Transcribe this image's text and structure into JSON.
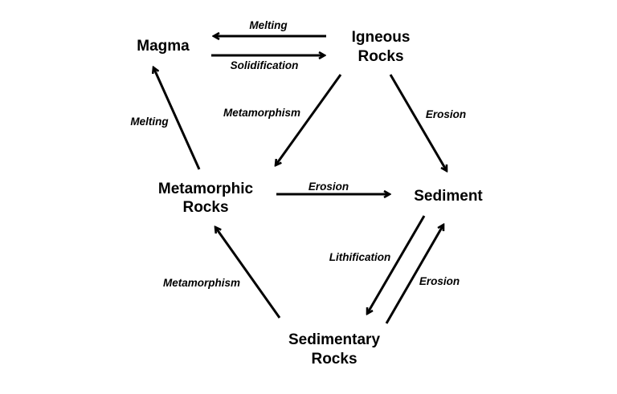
{
  "nodes": {
    "magma": {
      "lines": [
        "Magma"
      ]
    },
    "igneous": {
      "lines": [
        "Igneous",
        "Rocks"
      ]
    },
    "metamorphic": {
      "lines": [
        "Metamorphic",
        "Rocks"
      ]
    },
    "sediment": {
      "lines": [
        "Sediment"
      ]
    },
    "sedimentary": {
      "lines": [
        "Sedimentary",
        "Rocks"
      ]
    }
  },
  "edges": {
    "igneous_to_magma": "Melting",
    "magma_to_igneous": "Solidification",
    "metamorphic_to_magma": "Melting",
    "igneous_to_metamorphic": "Metamorphism",
    "igneous_to_sediment": "Erosion",
    "metamorphic_to_sediment": "Erosion",
    "sediment_to_sedimentary": "Lithification",
    "sedimentary_to_sediment": "Erosion",
    "sedimentary_to_metamorphic": "Metamorphism"
  }
}
